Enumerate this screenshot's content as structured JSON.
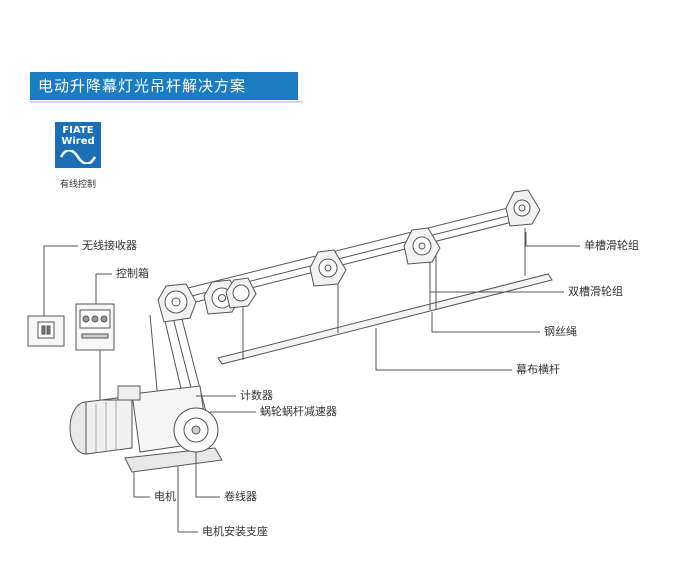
{
  "title": "电动升降幕灯光吊杆解决方案",
  "badge": {
    "line1": "FIATE",
    "line2": "Wired",
    "caption": "有线控制"
  },
  "labels": {
    "wireless_receiver": "无线接收器",
    "control_box": "控制箱",
    "counter": "计数器",
    "worm_reducer": "蜗轮蜗杆减速器",
    "motor": "电机",
    "reel": "卷线器",
    "motor_mount": "电机安装支座",
    "single_pulley": "单槽滑轮组",
    "double_pulley": "双槽滑轮组",
    "wire_rope": "钢丝绳",
    "curtain_bar": "幕布横杆"
  },
  "colors": {
    "title_bg": "#1a7cc1",
    "badge_bg": "#1a6fb5",
    "line": "#555555"
  }
}
